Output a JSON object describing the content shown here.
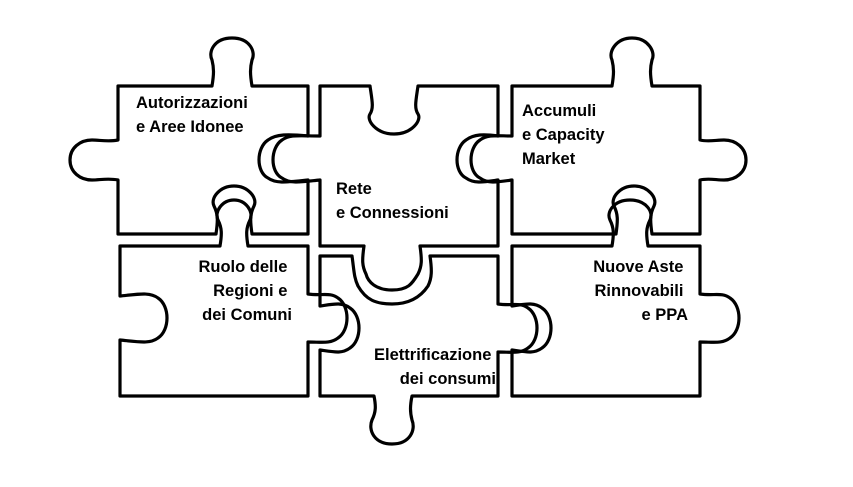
{
  "pieces": [
    {
      "id": "autorizzazioni",
      "lines": [
        "Autorizzazioni",
        "e Aree Idonee"
      ]
    },
    {
      "id": "rete",
      "lines": [
        "Rete",
        "e Connessioni"
      ]
    },
    {
      "id": "accumuli",
      "lines": [
        "Accumuli",
        "e Capacity",
        "Market"
      ]
    },
    {
      "id": "ruolo",
      "lines": [
        "Ruolo delle",
        "Regioni e",
        "dei Comuni"
      ]
    },
    {
      "id": "elettrificazione",
      "lines": [
        "Elettrificazione",
        "dei consumi"
      ]
    },
    {
      "id": "nuove-aste",
      "lines": [
        "Nuove Aste",
        "Rinnovabili",
        "e PPA"
      ]
    }
  ],
  "colors": {
    "stroke": "#000000",
    "background": "#ffffff",
    "text": "#000000"
  }
}
